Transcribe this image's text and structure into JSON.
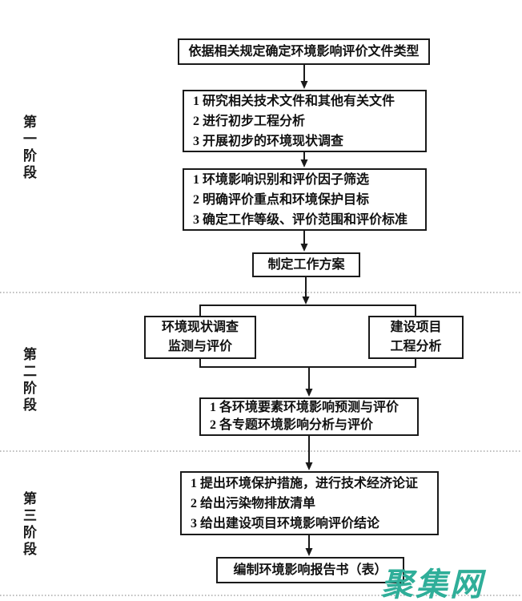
{
  "colors": {
    "line": "#1a1a1a",
    "box_border": "#1a1a1a",
    "divider": "#a8a8a8",
    "text": "#111111",
    "watermark": "#2fae99",
    "background": "#ffffff"
  },
  "stages": [
    {
      "label": "第一阶段"
    },
    {
      "label": "第二阶段"
    },
    {
      "label": "第三阶段"
    }
  ],
  "boxes": {
    "determine_type": {
      "lines": [
        "依据相关规定确定环境影响评价文件类型"
      ]
    },
    "preliminary_work": {
      "lines": [
        "1 研究相关技术文件和其他有关文件",
        "2 进行初步工程分析",
        "3 开展初步的环境现状调查"
      ]
    },
    "factor_screening": {
      "lines": [
        "1 环境影响识别和评价因子筛选",
        "2 明确评价重点和环境保护目标",
        "3 确定工作等级、评价范围和评价标准"
      ]
    },
    "work_plan": {
      "lines": [
        "制定工作方案"
      ]
    },
    "env_status_survey": {
      "lines": [
        "环境现状调查",
        "监测与评价"
      ]
    },
    "project_analysis": {
      "lines": [
        "建设项目",
        "工程分析"
      ]
    },
    "impact_prediction": {
      "lines": [
        "1 各环境要素环境影响预测与评价",
        "2 各专题环境影响分析与评价"
      ]
    },
    "protection_measures": {
      "lines": [
        "1 提出环境保护措施，进行技术经济论证",
        "2 给出污染物排放清单",
        "3 给出建设项目环境影响评价结论"
      ]
    },
    "compile_report": {
      "lines": [
        "编制环境影响报告书（表）"
      ]
    }
  },
  "watermark": {
    "text": "聚集网"
  }
}
